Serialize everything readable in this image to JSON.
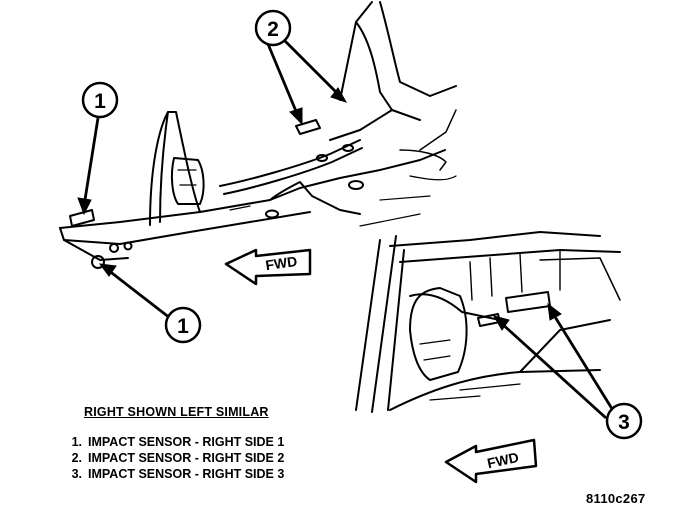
{
  "callouts": [
    {
      "id": "callout-1-upper",
      "number": "1"
    },
    {
      "id": "callout-1-lower",
      "number": "1"
    },
    {
      "id": "callout-2",
      "number": "2"
    },
    {
      "id": "callout-3",
      "number": "3"
    }
  ],
  "arrows": {
    "upper_label": "FWD",
    "lower_label": "FWD"
  },
  "legend": {
    "title": "RIGHT SHOWN LEFT SIMILAR",
    "items": [
      {
        "number": "1.",
        "label": "IMPACT SENSOR - RIGHT SIDE 1"
      },
      {
        "number": "2.",
        "label": "IMPACT SENSOR - RIGHT SIDE 2"
      },
      {
        "number": "3.",
        "label": "IMPACT SENSOR - RIGHT SIDE 3"
      }
    ]
  },
  "figure_id": "8110c267",
  "colors": {
    "ink": "#000000",
    "paper": "#ffffff"
  }
}
